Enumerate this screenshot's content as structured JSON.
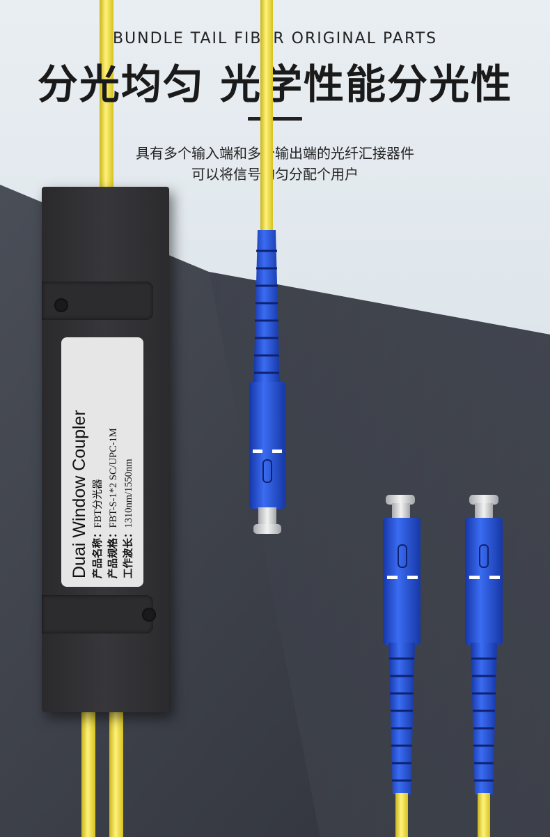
{
  "header": {
    "subtitle_en": "BUNDLE TAIL FIBER ORIGINAL PARTS",
    "title_cn": "分光均匀 光学性能分光性",
    "desc_line1": "具有多个输入端和多个输出端的光纤汇接器件",
    "desc_line2": "可以将信号均匀分配个用户"
  },
  "product_label": {
    "title": "Duai Window Coupler",
    "name_key": "产品名称：",
    "name_val": "FBT分光器",
    "spec_key": "产品规格：",
    "spec_val": "FBT-S-1*2 SC/UPC-1M",
    "wave_key": "工作波长：",
    "wave_val": "1310nm/1550nm"
  },
  "colors": {
    "fiber_yellow": "#f5e23a",
    "connector_blue": "#1f4fd8",
    "coupler_black": "#2f2f33",
    "background_light": "#e6ecf0",
    "background_dark": "#3a3e47"
  }
}
